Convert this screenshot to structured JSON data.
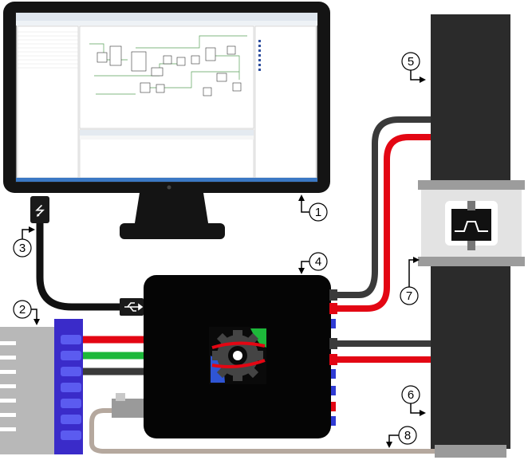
{
  "callouts": [
    {
      "id": "1",
      "text": "1"
    },
    {
      "id": "2",
      "text": "2"
    },
    {
      "id": "3",
      "text": "3"
    },
    {
      "id": "4",
      "text": "4"
    },
    {
      "id": "5",
      "text": "5"
    },
    {
      "id": "6",
      "text": "6"
    },
    {
      "id": "7",
      "text": "7"
    },
    {
      "id": "8",
      "text": "8"
    }
  ],
  "colors": {
    "monitor": "#111111",
    "cable_red": "#e30613",
    "cable_green": "#1db83a",
    "cable_dark": "#3a3a3a",
    "connector_blue": "#3a2bc9",
    "sensor_cable": "#b5a89e",
    "column": "#2b2b2b",
    "clamp": "#d4d4d4"
  },
  "icons": [
    "usb-icon",
    "gear-logo-icon"
  ]
}
